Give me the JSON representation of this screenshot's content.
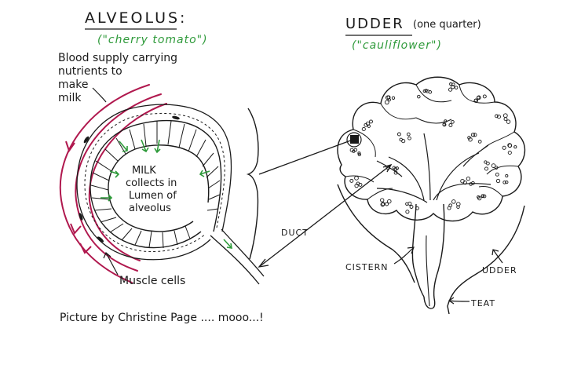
{
  "alveolus": {
    "title": "ALVEOLUS:",
    "nickname": "(\"cherry tomato\")",
    "blood_line1": "Blood supply carrying",
    "blood_line2": "nutrients to",
    "blood_line3": "make",
    "blood_line4": "milk",
    "lumen_line1": "MILK",
    "lumen_line2": "collects in",
    "lumen_line3": "Lumen of",
    "lumen_line4": "alveolus",
    "muscle": "Muscle cells"
  },
  "udder": {
    "title": "UDDER",
    "subtitle": "(one quarter)",
    "nickname": "(\"cauliflower\")",
    "duct": "DUCT",
    "cistern": "CISTERN",
    "udder_label": "UDDER",
    "teat": "TEAT"
  },
  "credit": "Picture by Christine Page .... mooo...!",
  "colors": {
    "ink": "#1a1a1a",
    "green": "#2e9a3a",
    "blood": "#b0184e"
  }
}
